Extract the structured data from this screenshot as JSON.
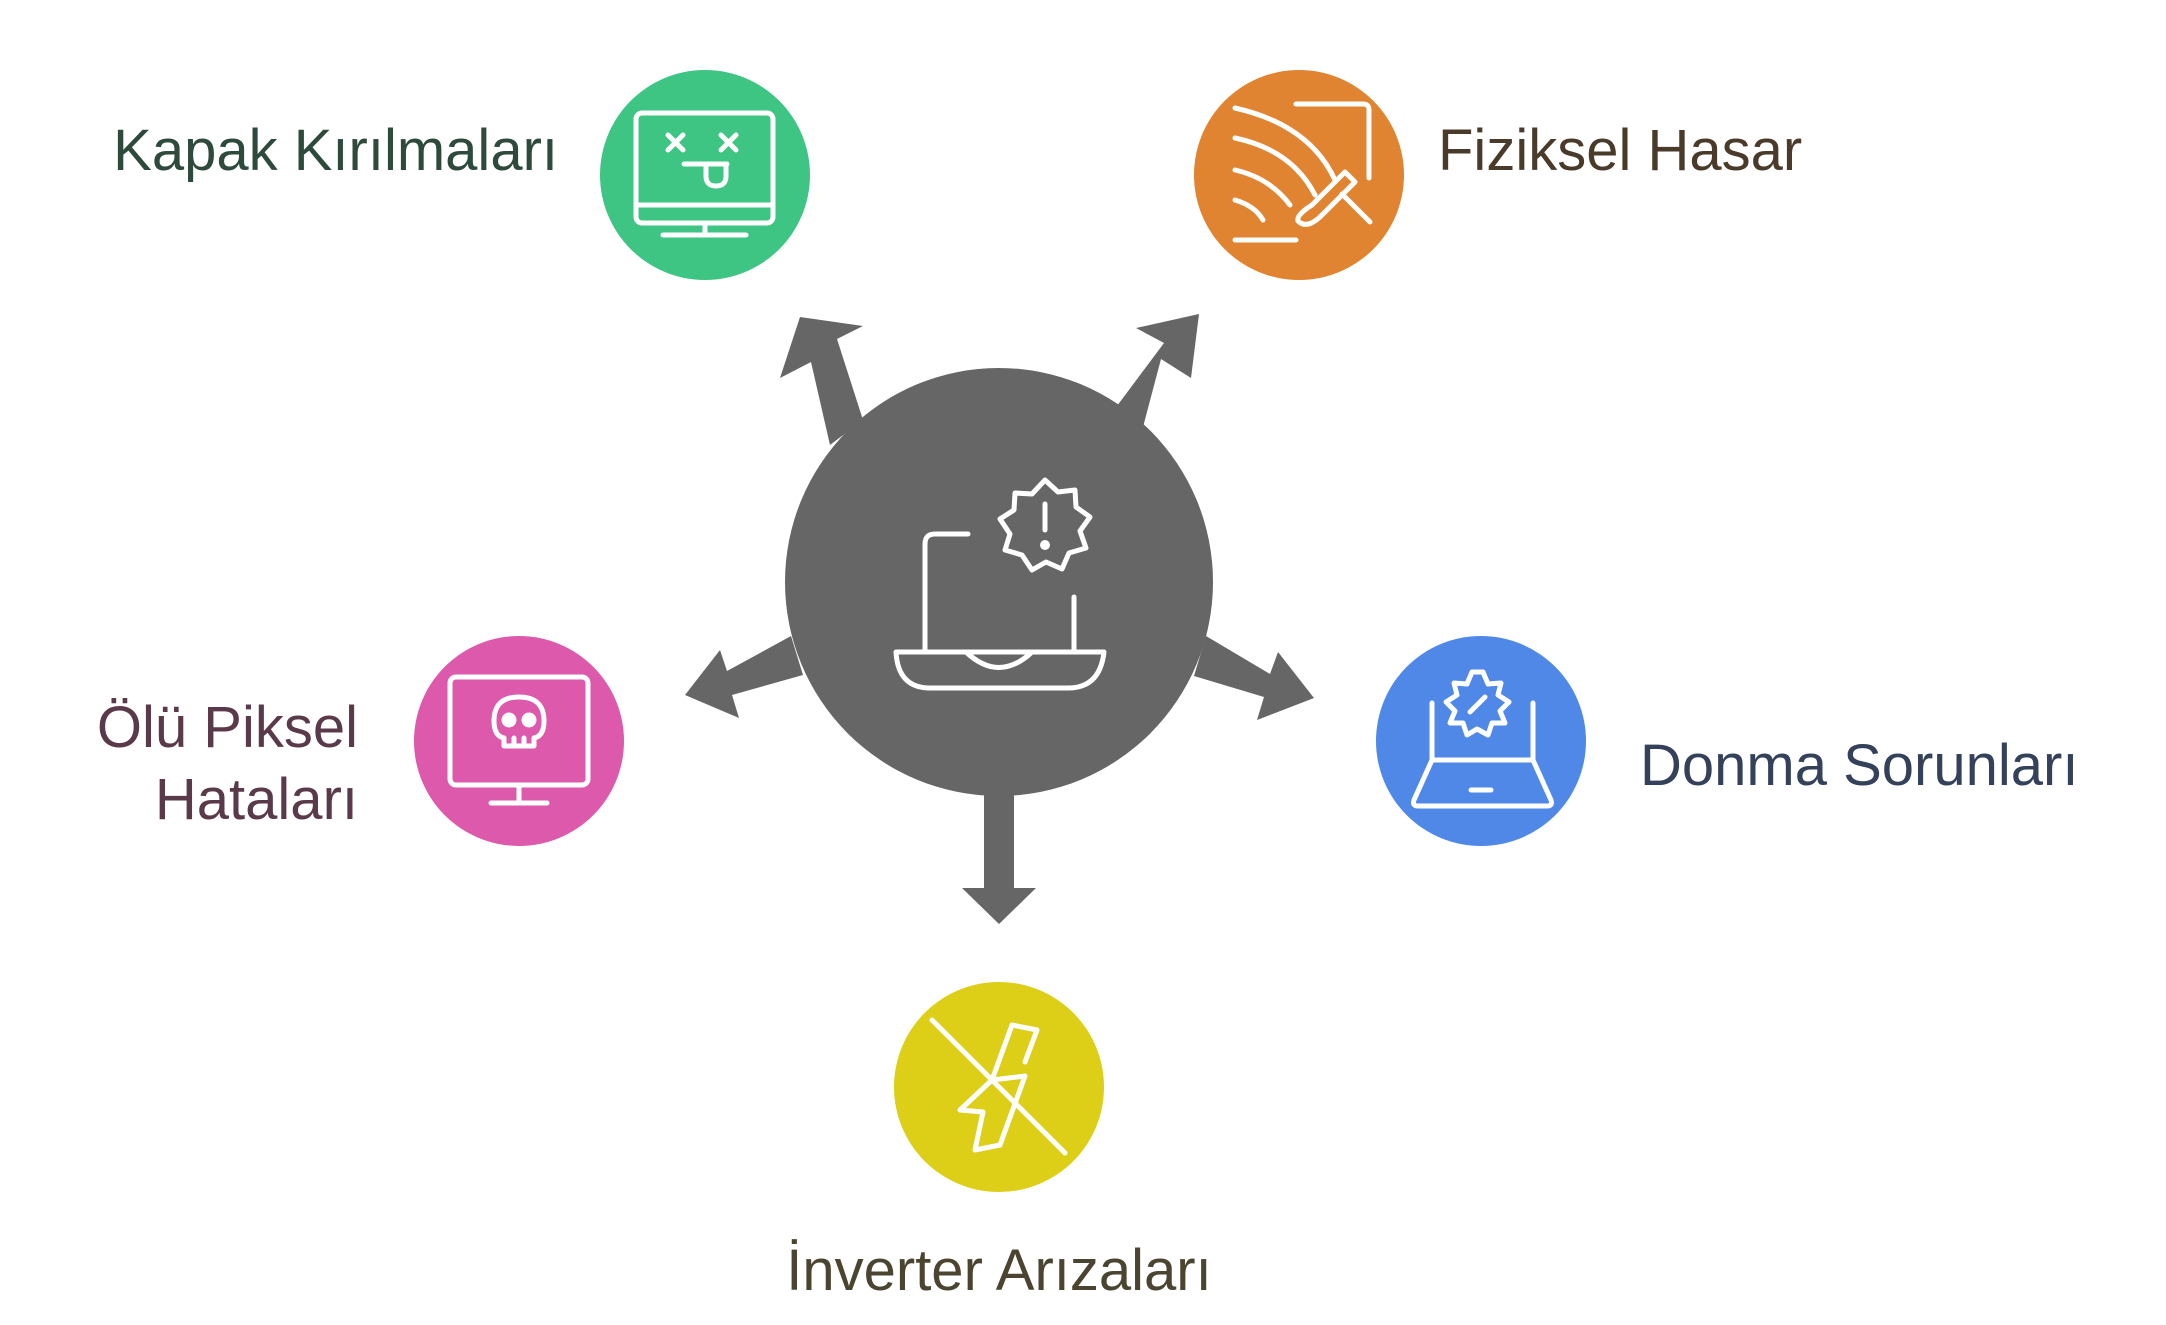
{
  "center": {
    "icon": "laptop-alert-icon",
    "color": "#666666"
  },
  "nodes": [
    {
      "id": "kapak",
      "label": "Kapak Kırılmaları",
      "color": "#3EC483",
      "text_color": "#2E4A3C",
      "icon": "monitor-dizzy-face-icon"
    },
    {
      "id": "fiziksel",
      "label": "Fiziksel Hasar",
      "color": "#E08431",
      "text_color": "#4A3A2A",
      "icon": "cracked-screen-hand-icon"
    },
    {
      "id": "olu-piksel",
      "label_lines": [
        "Ölü Piksel",
        "Hataları"
      ],
      "color": "#DD59AC",
      "text_color": "#5A3A4A",
      "icon": "monitor-skull-icon"
    },
    {
      "id": "donma",
      "label": "Donma Sorunları",
      "color": "#4F88E7",
      "text_color": "#33415A",
      "icon": "laptop-gear-icon"
    },
    {
      "id": "inverter",
      "label": "İnverter Arızaları",
      "color": "#DDCE17",
      "text_color": "#4A4430",
      "icon": "lightning-off-icon"
    }
  ]
}
